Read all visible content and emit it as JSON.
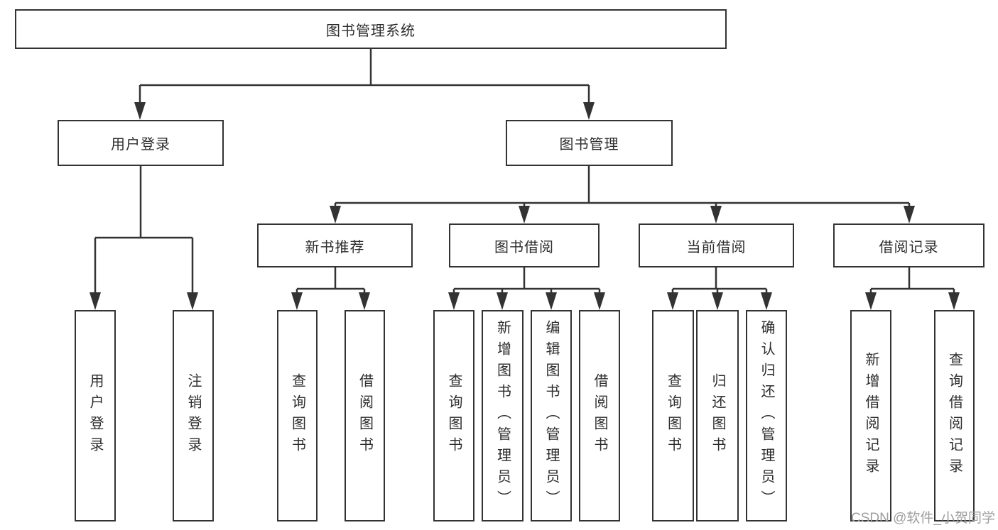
{
  "tree": {
    "label": "图书管理系统",
    "children": [
      {
        "label": "用户登录",
        "children": [
          {
            "label": "用户登录"
          },
          {
            "label": "注销登录"
          }
        ]
      },
      {
        "label": "图书管理",
        "children": [
          {
            "label": "新书推荐",
            "children": [
              {
                "label": "查询图书"
              },
              {
                "label": "借阅图书"
              }
            ]
          },
          {
            "label": "图书借阅",
            "children": [
              {
                "label": "查询图书"
              },
              {
                "label": "新增图书（管理员）"
              },
              {
                "label": "编辑图书（管理员）"
              },
              {
                "label": "借阅图书"
              }
            ]
          },
          {
            "label": "当前借阅",
            "children": [
              {
                "label": "查询图书"
              },
              {
                "label": "归还图书"
              },
              {
                "label": "确认归还（管理员）"
              }
            ]
          },
          {
            "label": "借阅记录",
            "children": [
              {
                "label": "新增借阅记录"
              },
              {
                "label": "查询借阅记录"
              }
            ]
          }
        ]
      }
    ]
  },
  "watermark": {
    "text": "CSDN @软件_小贺同学"
  },
  "colors": {
    "line": "#333333",
    "box_border": "#333333",
    "text": "#2d2d2d",
    "watermark": "#9e9e9e",
    "background": "#ffffff"
  }
}
